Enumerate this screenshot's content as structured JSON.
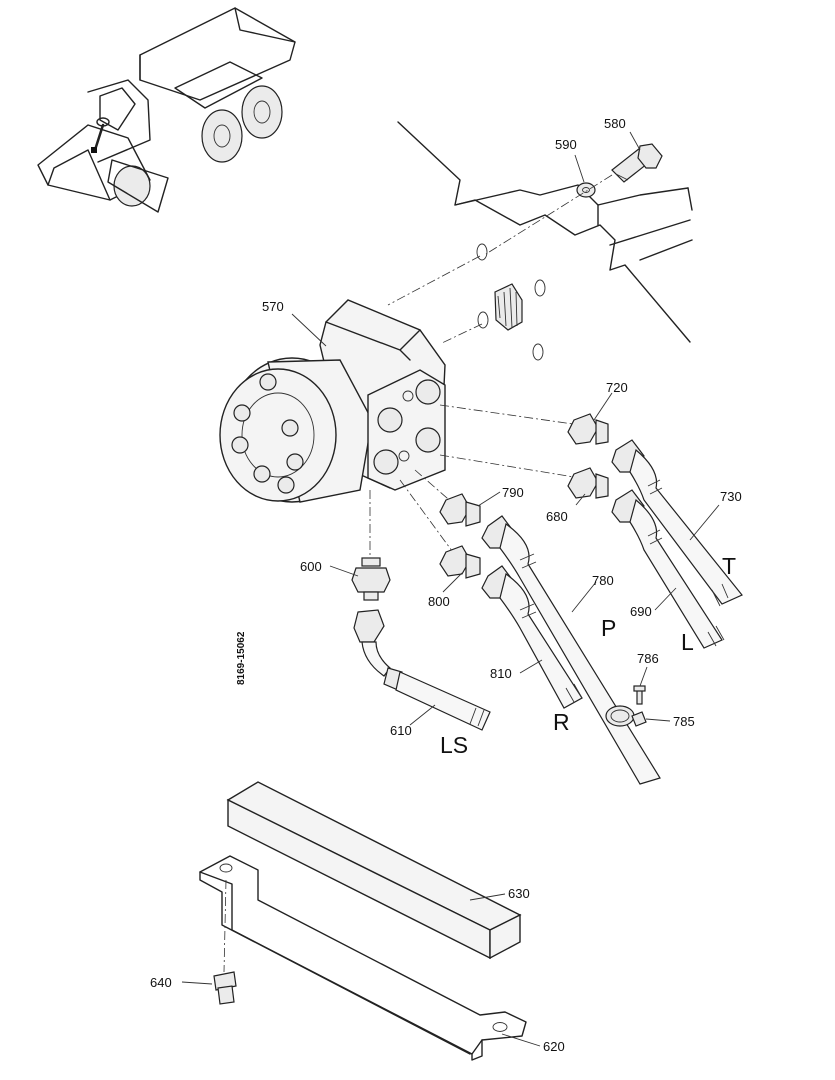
{
  "diagram": {
    "drawing_code": "8169-15062",
    "part_labels": {
      "p570": "570",
      "p580": "580",
      "p590": "590",
      "p600": "600",
      "p610": "610",
      "p620": "620",
      "p630": "630",
      "p640": "640",
      "p680": "680",
      "p690": "690",
      "p720": "720",
      "p730": "730",
      "p780": "780",
      "p785": "785",
      "p786": "786",
      "p790": "790",
      "p800": "800",
      "p810": "810"
    },
    "port_labels": {
      "T": "T",
      "P": "P",
      "L": "L",
      "R": "R",
      "LS": "LS"
    }
  }
}
